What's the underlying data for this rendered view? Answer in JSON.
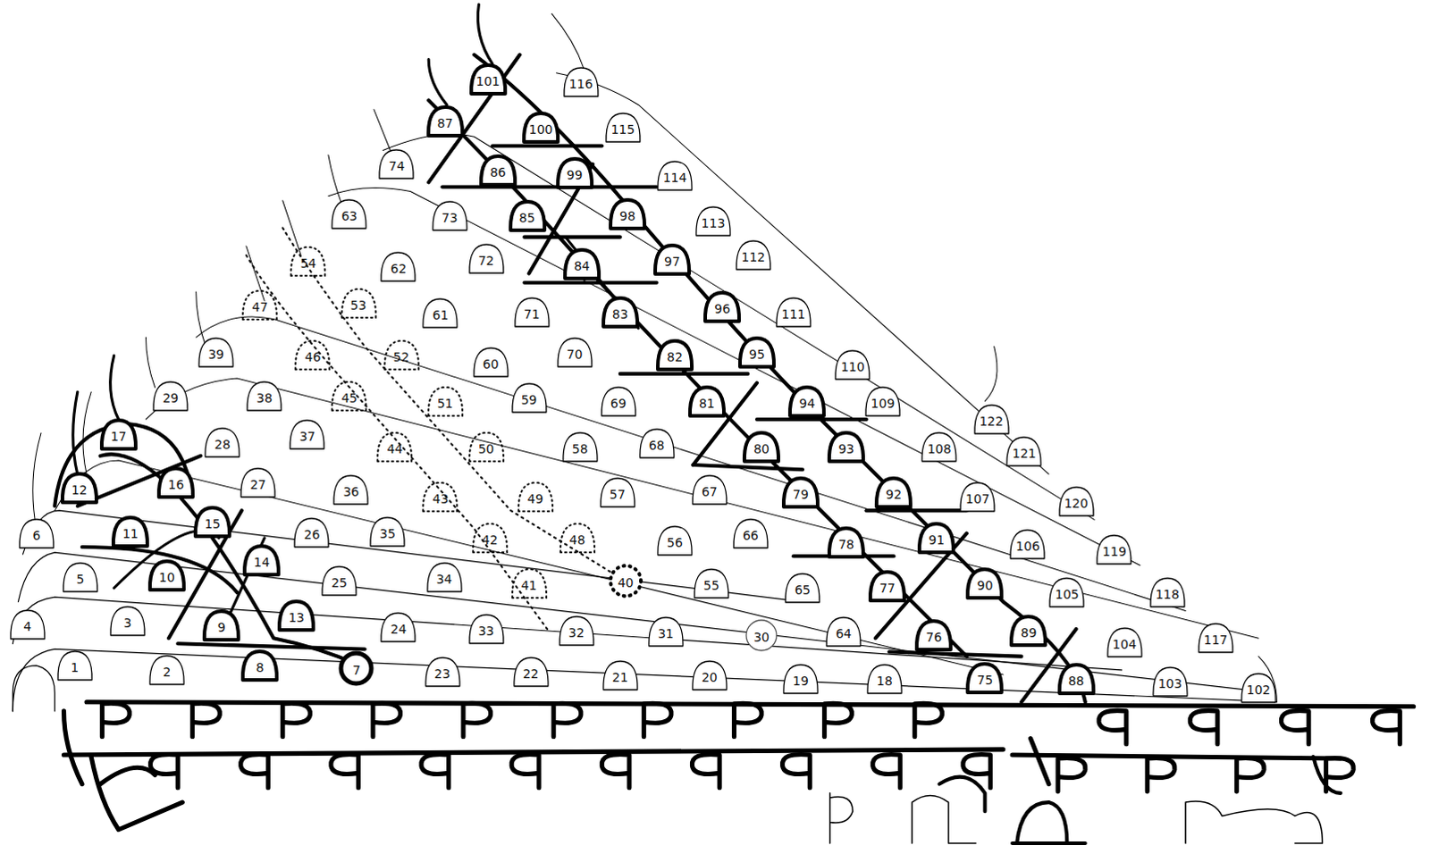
{
  "diagram": {
    "nodes": [
      {
        "text": [
          "1"
        ]
      },
      {
        "text": [
          "2"
        ]
      },
      {
        "text": [
          "3"
        ]
      },
      {
        "text": [
          "4"
        ]
      },
      {
        "text": [
          "5"
        ]
      },
      {
        "text": [
          "6"
        ]
      },
      {
        "text": [
          "7"
        ]
      },
      {
        "text": [
          "8"
        ]
      },
      {
        "text": [
          "9"
        ]
      },
      {
        "text": [
          "10"
        ]
      },
      {
        "text": [
          "11"
        ]
      },
      {
        "text": [
          "12"
        ]
      },
      {
        "text": [
          "13"
        ]
      },
      {
        "text": [
          "14"
        ]
      },
      {
        "text": [
          "15"
        ]
      },
      {
        "text": [
          "16"
        ]
      },
      {
        "text": [
          "17"
        ]
      },
      {
        "text": [
          "18"
        ]
      },
      {
        "text": [
          "19"
        ]
      },
      {
        "text": [
          "20"
        ]
      },
      {
        "text": [
          "21"
        ]
      },
      {
        "text": [
          "22"
        ]
      },
      {
        "text": [
          "23"
        ]
      },
      {
        "text": [
          "24"
        ]
      },
      {
        "text": [
          "25"
        ]
      },
      {
        "text": [
          "26"
        ]
      },
      {
        "text": [
          "27"
        ]
      },
      {
        "text": [
          "28"
        ]
      },
      {
        "text": [
          "29"
        ]
      },
      {
        "text": [
          "30"
        ]
      },
      {
        "text": [
          "31"
        ]
      },
      {
        "text": [
          "32"
        ]
      },
      {
        "text": [
          "33"
        ]
      },
      {
        "text": [
          "34"
        ]
      },
      {
        "text": [
          "35"
        ]
      },
      {
        "text": [
          "36"
        ]
      },
      {
        "text": [
          "37"
        ]
      },
      {
        "text": [
          "38"
        ]
      },
      {
        "text": [
          "39"
        ]
      },
      {
        "text": [
          "40"
        ]
      },
      {
        "text": [
          "41"
        ]
      },
      {
        "text": [
          "42"
        ]
      },
      {
        "text": [
          "43"
        ]
      },
      {
        "text": [
          "44"
        ]
      },
      {
        "text": [
          "45"
        ]
      },
      {
        "text": [
          "46"
        ]
      },
      {
        "text": [
          "47"
        ]
      },
      {
        "text": [
          "48"
        ]
      },
      {
        "text": [
          "49"
        ]
      },
      {
        "text": [
          "50"
        ]
      },
      {
        "text": [
          "51"
        ]
      },
      {
        "text": [
          "52"
        ]
      },
      {
        "text": [
          "53"
        ]
      },
      {
        "text": [
          "54"
        ]
      },
      {
        "text": [
          "55"
        ]
      },
      {
        "text": [
          "56"
        ]
      },
      {
        "text": [
          "57"
        ]
      },
      {
        "text": [
          "58"
        ]
      },
      {
        "text": [
          "59"
        ]
      },
      {
        "text": [
          "60"
        ]
      },
      {
        "text": [
          "61"
        ]
      },
      {
        "text": [
          "62"
        ]
      },
      {
        "text": [
          "63"
        ]
      },
      {
        "text": [
          "64"
        ]
      },
      {
        "text": [
          "65"
        ]
      },
      {
        "text": [
          "66"
        ]
      },
      {
        "text": [
          "67"
        ]
      },
      {
        "text": [
          "68"
        ]
      },
      {
        "text": [
          "69"
        ]
      },
      {
        "text": [
          "70"
        ]
      },
      {
        "text": [
          "71"
        ]
      },
      {
        "text": [
          "72"
        ]
      },
      {
        "text": [
          "73"
        ]
      },
      {
        "text": [
          "74"
        ]
      },
      {
        "text": [
          "75"
        ]
      },
      {
        "text": [
          "76"
        ]
      },
      {
        "text": [
          "77"
        ]
      },
      {
        "text": [
          "78"
        ]
      },
      {
        "text": [
          "79"
        ]
      },
      {
        "text": [
          "80"
        ]
      },
      {
        "text": [
          "81"
        ]
      },
      {
        "text": [
          "82"
        ]
      },
      {
        "text": [
          "83"
        ]
      },
      {
        "text": [
          "84"
        ]
      },
      {
        "text": [
          "85"
        ]
      },
      {
        "text": [
          "86"
        ]
      },
      {
        "text": [
          "87"
        ]
      },
      {
        "text": [
          "88"
        ]
      },
      {
        "text": [
          "89"
        ]
      },
      {
        "text": [
          "90"
        ]
      },
      {
        "text": [
          "91"
        ]
      },
      {
        "text": [
          "92"
        ]
      },
      {
        "text": [
          "93"
        ]
      },
      {
        "text": [
          "94"
        ]
      },
      {
        "text": [
          "95"
        ]
      },
      {
        "text": [
          "96"
        ]
      },
      {
        "text": [
          "97"
        ]
      },
      {
        "text": [
          "98"
        ]
      },
      {
        "text": [
          "99"
        ]
      },
      {
        "text": [
          "100"
        ]
      },
      {
        "text": [
          "101"
        ]
      },
      {
        "text": [
          "102"
        ]
      },
      {
        "text": [
          "103"
        ]
      },
      {
        "text": [
          "104"
        ]
      },
      {
        "text": [
          "105"
        ]
      },
      {
        "text": [
          "106"
        ]
      },
      {
        "text": [
          "107"
        ]
      },
      {
        "text": [
          "108"
        ]
      },
      {
        "text": [
          "109"
        ]
      },
      {
        "text": [
          "110"
        ]
      },
      {
        "text": [
          "111"
        ]
      },
      {
        "text": [
          "112"
        ]
      },
      {
        "text": [
          "113"
        ]
      },
      {
        "text": [
          "114"
        ]
      },
      {
        "text": [
          "115"
        ]
      },
      {
        "text": [
          "116"
        ]
      },
      {
        "text": [
          "117"
        ]
      },
      {
        "text": [
          "118"
        ]
      },
      {
        "text": [
          "119"
        ]
      },
      {
        "text": [
          "120"
        ]
      },
      {
        "text": [
          "121"
        ]
      },
      {
        "text": [
          "122"
        ]
      }
    ]
  }
}
